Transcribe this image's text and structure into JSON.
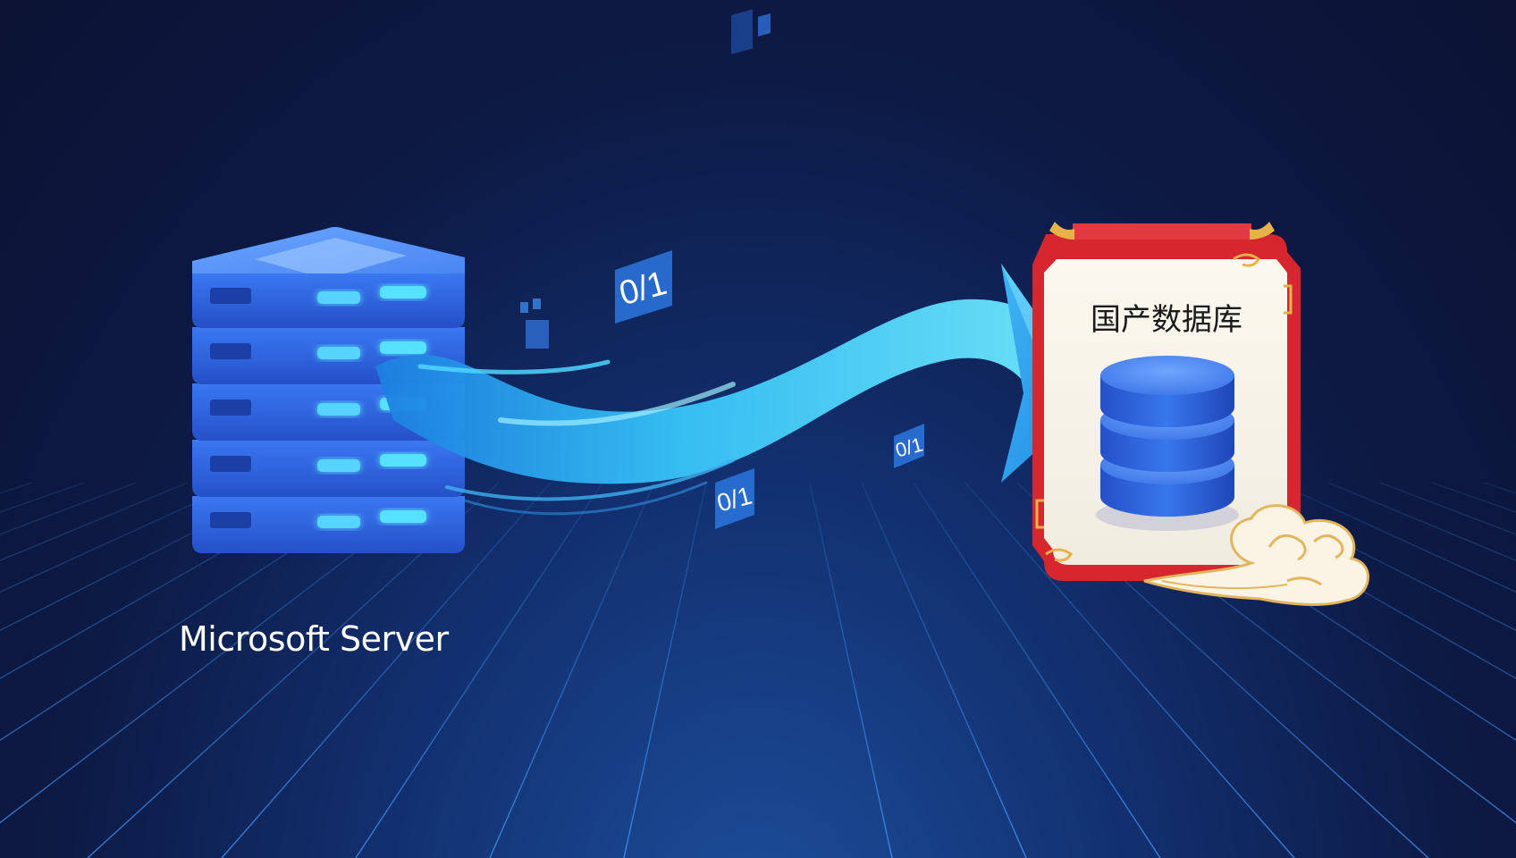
{
  "scene": {
    "source_label": "Microsoft Server",
    "target_label": "国产数据库",
    "data_tags": [
      "0/1",
      "0/1",
      "0/1"
    ]
  },
  "colors": {
    "background": "#0b1233",
    "grid": "#3a86e0",
    "server_blue": "#2f66e8",
    "arrow_cyan": "#4fd6ff",
    "frame_red": "#d6262e",
    "frame_gold": "#e7b24a",
    "database_blue": "#2c62d8"
  },
  "icons": [
    "server-stack-icon",
    "flow-arrow-icon",
    "database-icon",
    "cloud-icon"
  ]
}
